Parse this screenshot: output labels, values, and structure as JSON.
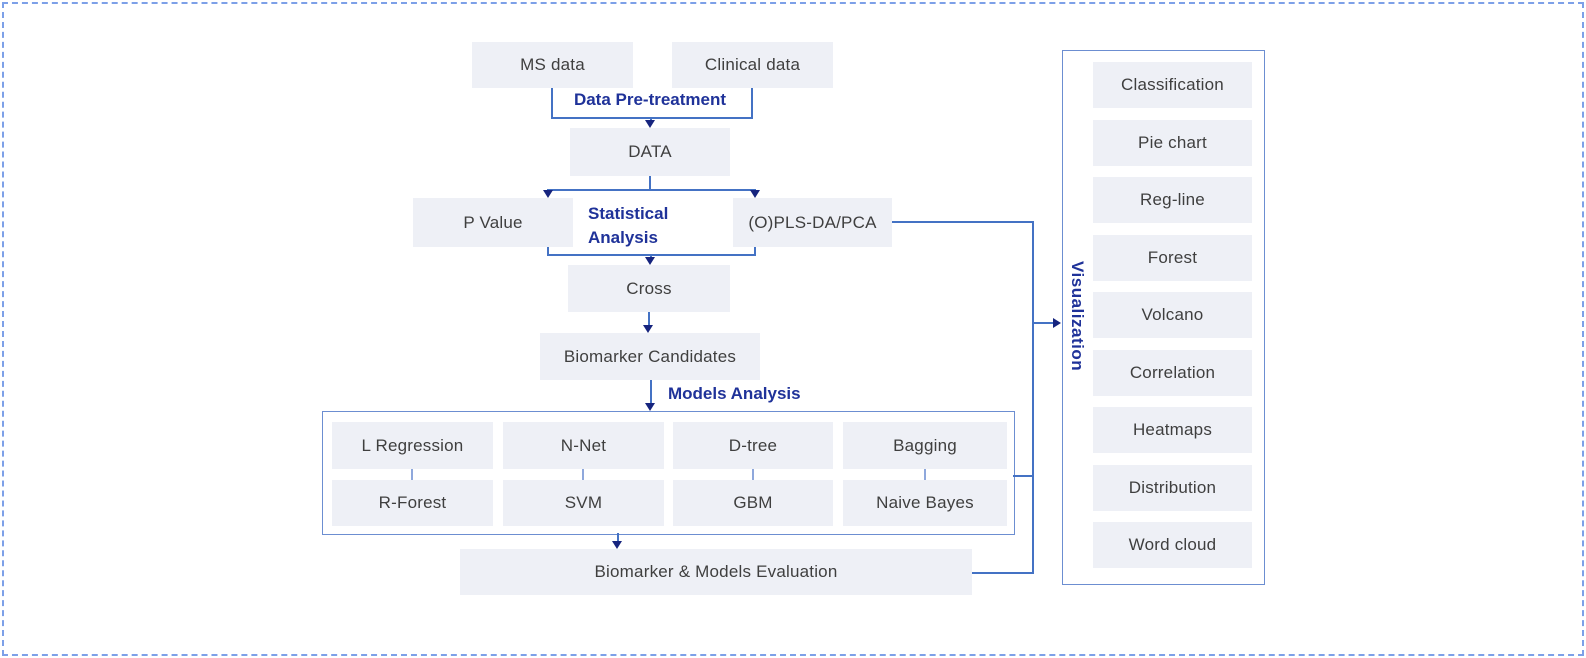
{
  "diagram": {
    "nodes": {
      "ms_data": "MS data",
      "clinical_data": "Clinical data",
      "data": "DATA",
      "p_value": "P Value",
      "opls": "(O)PLS-DA/PCA",
      "cross": "Cross",
      "biomarker_candidates": "Biomarker Candidates",
      "evaluation": "Biomarker & Models Evaluation"
    },
    "labels": {
      "pretreatment": "Data Pre-treatment",
      "statistical_line1": "Statistical",
      "statistical_line2": "Analysis",
      "models_analysis": "Models Analysis",
      "visualization": "Visualization"
    },
    "models": {
      "row1": [
        "L Regression",
        "N-Net",
        "D-tree",
        "Bagging"
      ],
      "row2": [
        "R-Forest",
        "SVM",
        "GBM",
        "Naive Bayes"
      ]
    },
    "visualization_items": [
      "Classification",
      "Pie chart",
      "Reg-line",
      "Forest",
      "Volcano",
      "Correlation",
      "Heatmaps",
      "Distribution",
      "Word cloud"
    ],
    "colors": {
      "node_fill": "#eef0f6",
      "node_text": "#3f3f3f",
      "connector_blue": "#4472c4",
      "accent_navy": "#1f3299",
      "arrowhead_navy": "#16247e",
      "frame_border": "#6c8ed1",
      "dashed_border": "#7da0e8"
    }
  }
}
